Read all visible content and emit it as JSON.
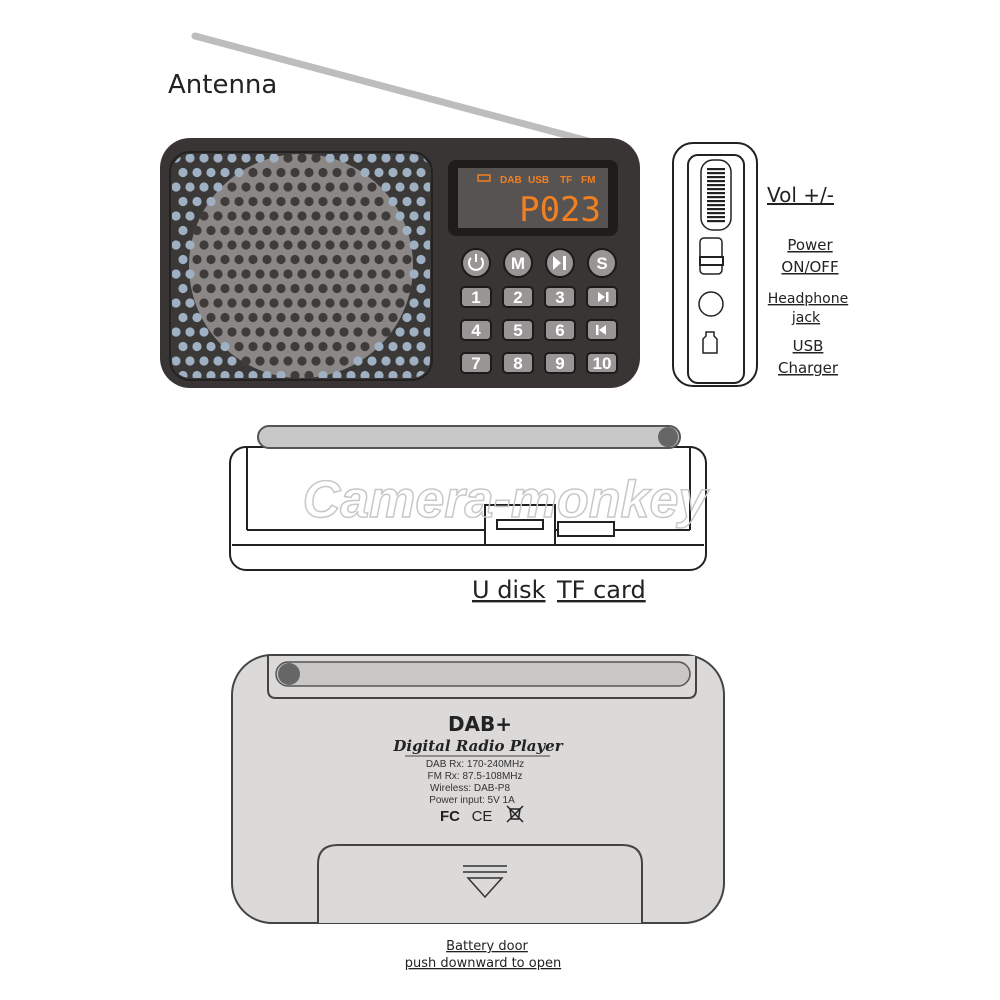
{
  "labels": {
    "antenna": "Antenna",
    "vol": "Vol +/-",
    "power_line1": "Power",
    "power_line2": "ON/OFF",
    "headphone_line1": "Headphone",
    "headphone_line2": "jack",
    "usb_line1": "USB",
    "usb_line2": "Charger",
    "u_disk": "U disk",
    "tf_card": "TF card",
    "battery_line1": "Battery door",
    "battery_line2": "push downward to open"
  },
  "watermark": "Camera-monkey",
  "display": {
    "indicators": [
      "DAB",
      "USB",
      "TF",
      "FM"
    ],
    "readout": "P023",
    "color": "#f08020"
  },
  "buttons": {
    "round": [
      "power-icon",
      "M",
      "play-pause-icon",
      "S"
    ],
    "keys": [
      "1",
      "2",
      "3",
      "next-icon",
      "4",
      "5",
      "6",
      "prev-icon",
      "7",
      "8",
      "9",
      "10"
    ]
  },
  "back": {
    "logo": "DAB+",
    "title": "Digital Radio Player",
    "specs": [
      "DAB Rx: 170-240MHz",
      "FM Rx:  87.5-108MHz",
      "Wireless:  DAB-P8",
      "Power input:  5V  1A"
    ],
    "marks": [
      "FC",
      "CE"
    ]
  }
}
